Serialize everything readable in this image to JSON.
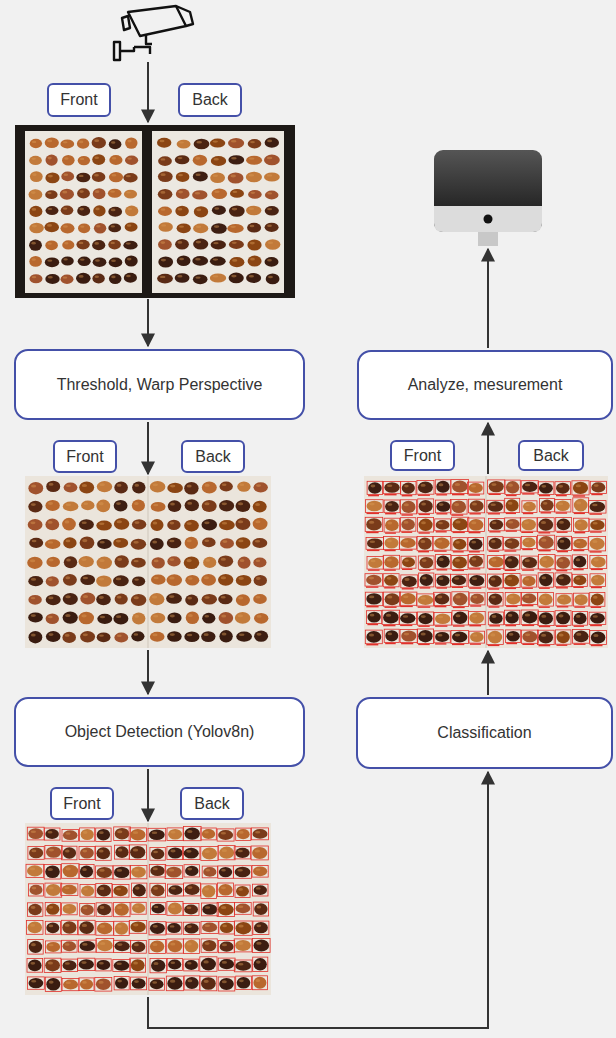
{
  "diagram": {
    "nodes": [
      {
        "text": [
          "Front"
        ]
      },
      {
        "text": [
          "Back"
        ]
      },
      {
        "text": [
          "Threshold, Warp Perspective"
        ]
      },
      {
        "text": [
          "Front"
        ]
      },
      {
        "text": [
          "Back"
        ]
      },
      {
        "text": [
          "Object Detection (Yolov8n)"
        ]
      },
      {
        "text": [
          "Front"
        ]
      },
      {
        "text": [
          "Back"
        ]
      },
      {
        "text": [
          "Analyze, mesurement"
        ]
      },
      {
        "text": [
          "Front"
        ]
      },
      {
        "text": [
          "Back"
        ]
      },
      {
        "text": [
          "Classification"
        ]
      }
    ]
  }
}
